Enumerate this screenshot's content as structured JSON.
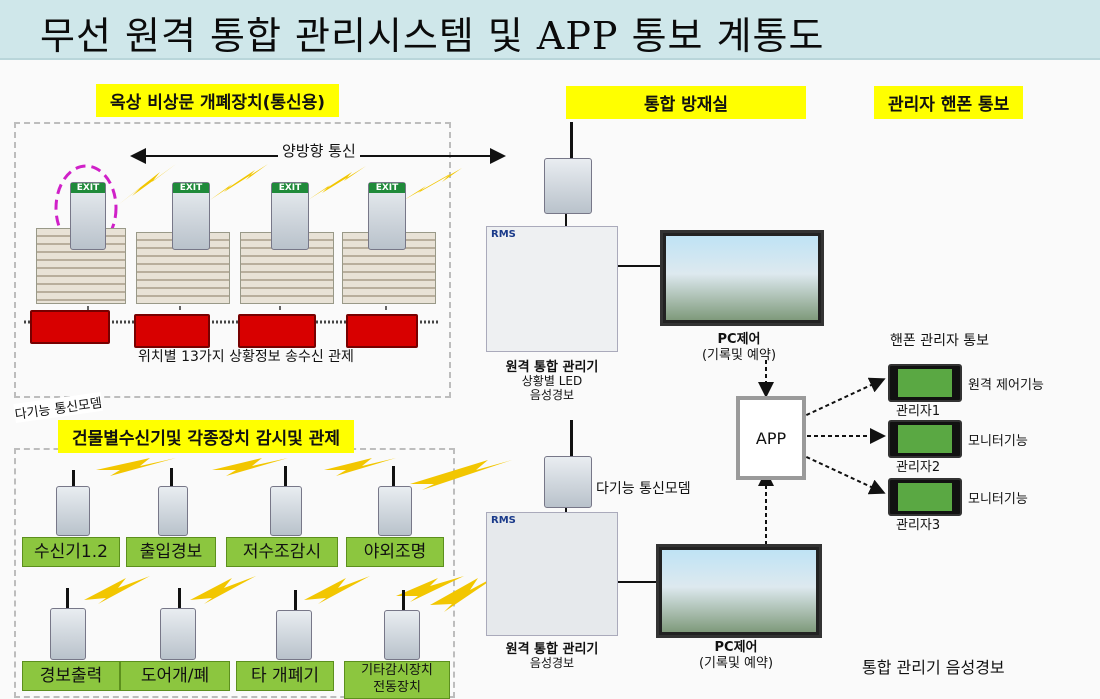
{
  "title": "무선 원격 통합 관리시스템 및 APP 통보 계통도",
  "sections": {
    "rooftop": "옥상 비상문 개폐장치(통신용)",
    "control_room": "통합 방재실",
    "manager_phone": "관리자 핸폰 통보",
    "building_monitor": "건물별수신기및 각종장치 감시및 관제"
  },
  "labels": {
    "bidirectional": "양방향 통신",
    "status_info": "위치별 13가지 상황정보 송수신 관제",
    "multi_modem_tag": "다기능 통신모뎀",
    "multi_modem": "다기능 통신모뎀",
    "exit_sign": "EXIT",
    "device_brand": "RMS",
    "panel1_title": "원격 통합 관리기",
    "panel1_sub1": "상황별 LED",
    "panel1_sub2": "음성경보",
    "pc1_title": "PC제어",
    "pc1_sub": "(기록및 예약)",
    "panel2_title": "원격 통합 관리기",
    "panel2_sub": "음성경보",
    "pc2_title": "PC제어",
    "pc2_sub": "(기록및 예약)",
    "app": "APP",
    "phone_notify": "핸폰 관리자 통보",
    "integrated_alarm": "통합 관리기 음성경보"
  },
  "managers": [
    {
      "name": "관리자1",
      "function": "원격 제어기능"
    },
    {
      "name": "관리자2",
      "function": "모니터기능"
    },
    {
      "name": "관리자3",
      "function": "모니터기능"
    }
  ],
  "devices_row1": [
    "수신기1.2",
    "출입경보",
    "저수조감시",
    "야외조명"
  ],
  "devices_row2": [
    "경보출력",
    "도어개/폐",
    "타 개폐기",
    "기타감시장치\n전동장치"
  ],
  "colors": {
    "highlight": "#ffff00",
    "green_label": "#8cc63f",
    "title_bg": "#cfe7ea",
    "alarm_red": "#d80000",
    "bolt": "#f2c600"
  }
}
